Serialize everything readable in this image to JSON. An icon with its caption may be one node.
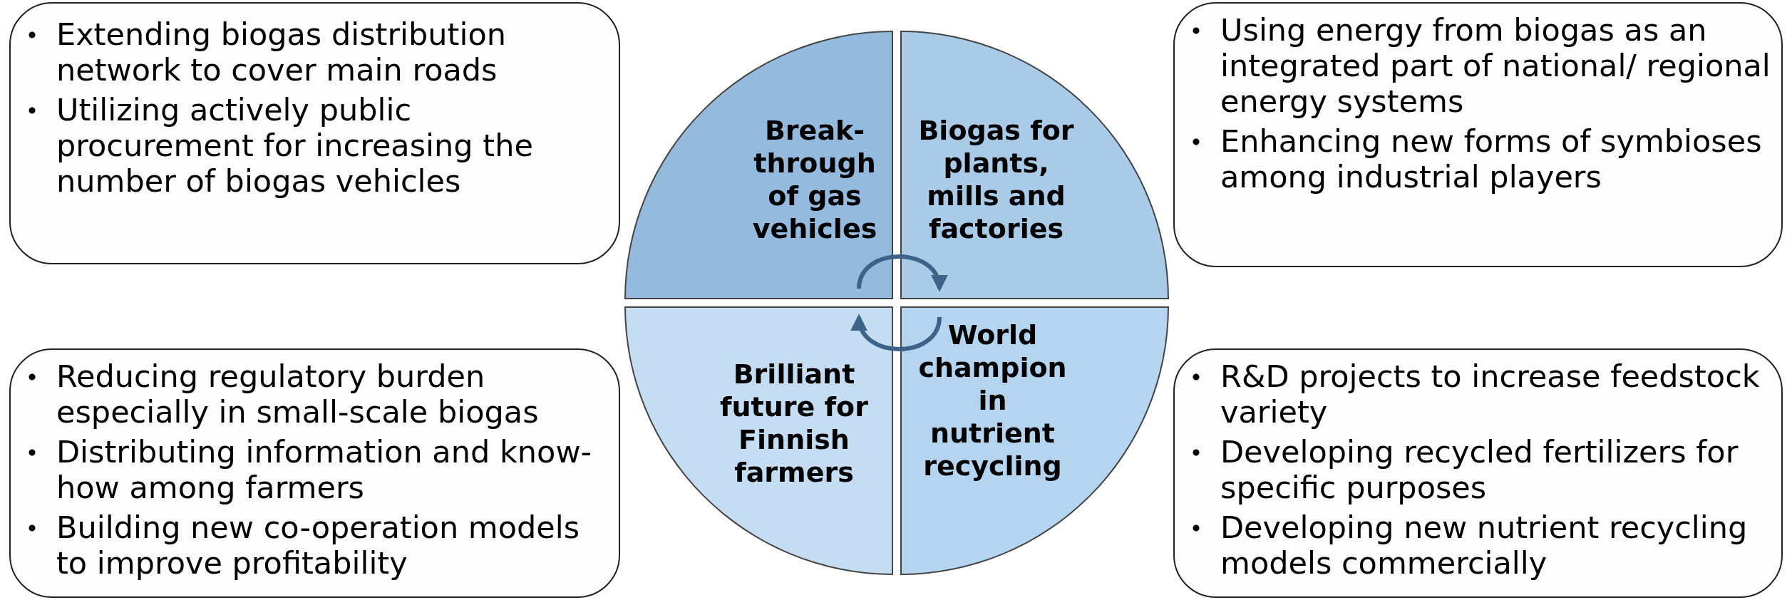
{
  "diagram": {
    "nodes": [
      {
        "text": [
          "Extending biogas distribution network to cover main roads",
          "Utilizing actively public procurement for increasing the number of biogas vehicles"
        ]
      },
      {
        "text": [
          "Break-through of gas vehicles"
        ]
      },
      {
        "text": [
          "Biogas for plants, mills and factories"
        ]
      },
      {
        "text": [
          "Using energy from biogas as an integrated part of national/ regional energy systems",
          "Enhancing new forms  of symbioses among industrial players"
        ]
      },
      {
        "text": [
          "Reducing regulatory burden especially in small-scale biogas",
          "Distributing information and know-how  among farmers",
          "Building new co-operation models to improve profitability"
        ]
      },
      {
        "text": [
          "Brilliant future for Finnish farmers"
        ]
      },
      {
        "text": [
          "World champion in nutrient recycling"
        ]
      },
      {
        "text": [
          "R&D projects to increase feedstock variety",
          "Developing recycled fertilizers for specific purposes",
          "Developing new  nutrient recycling models commercially"
        ]
      }
    ],
    "edges": [
      {
        "from": 1,
        "to": 2,
        "arrow": "to"
      },
      {
        "from": 6,
        "to": 5,
        "arrow": "to"
      }
    ]
  }
}
